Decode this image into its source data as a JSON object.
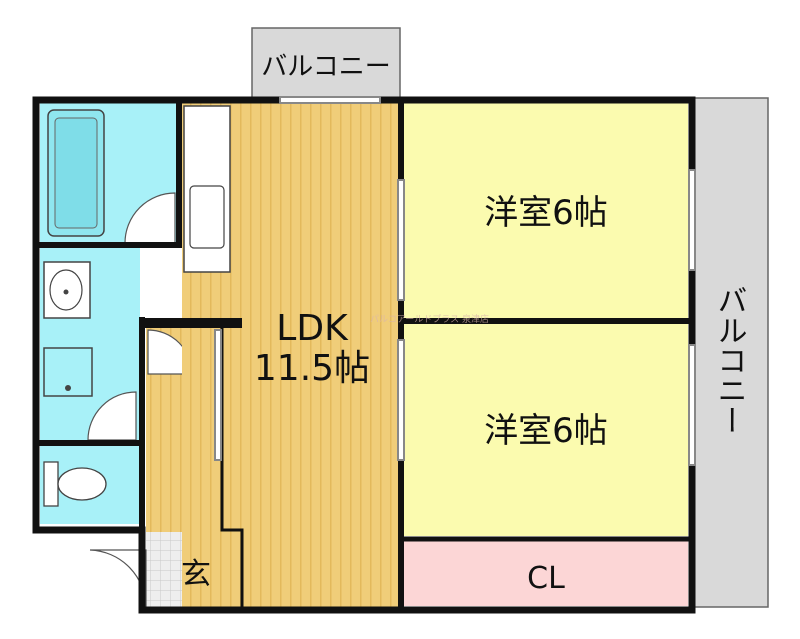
{
  "colors": {
    "ldk": "#f0cd79",
    "ldk_stripe": "#e3b95c",
    "western_room": "#fbfbaf",
    "closet": "#fcd6d6",
    "wet_area": "#a8f1f8",
    "balcony": "#d9d9d9",
    "wall": "#111111",
    "genkan_tile": "#e6e6e6"
  },
  "rooms": {
    "ldk": {
      "name": "LDK",
      "size": "11.5帖"
    },
    "western_room_1": {
      "name": "洋室6帖"
    },
    "western_room_2": {
      "name": "洋室6帖"
    },
    "closet": {
      "name": "CL"
    },
    "entrance": {
      "name": "玄"
    },
    "balcony_top": {
      "name": "バルコニー"
    },
    "balcony_right": {
      "name": "バルコニー"
    }
  },
  "watermark": "パルコアールドプラス 泉津店"
}
